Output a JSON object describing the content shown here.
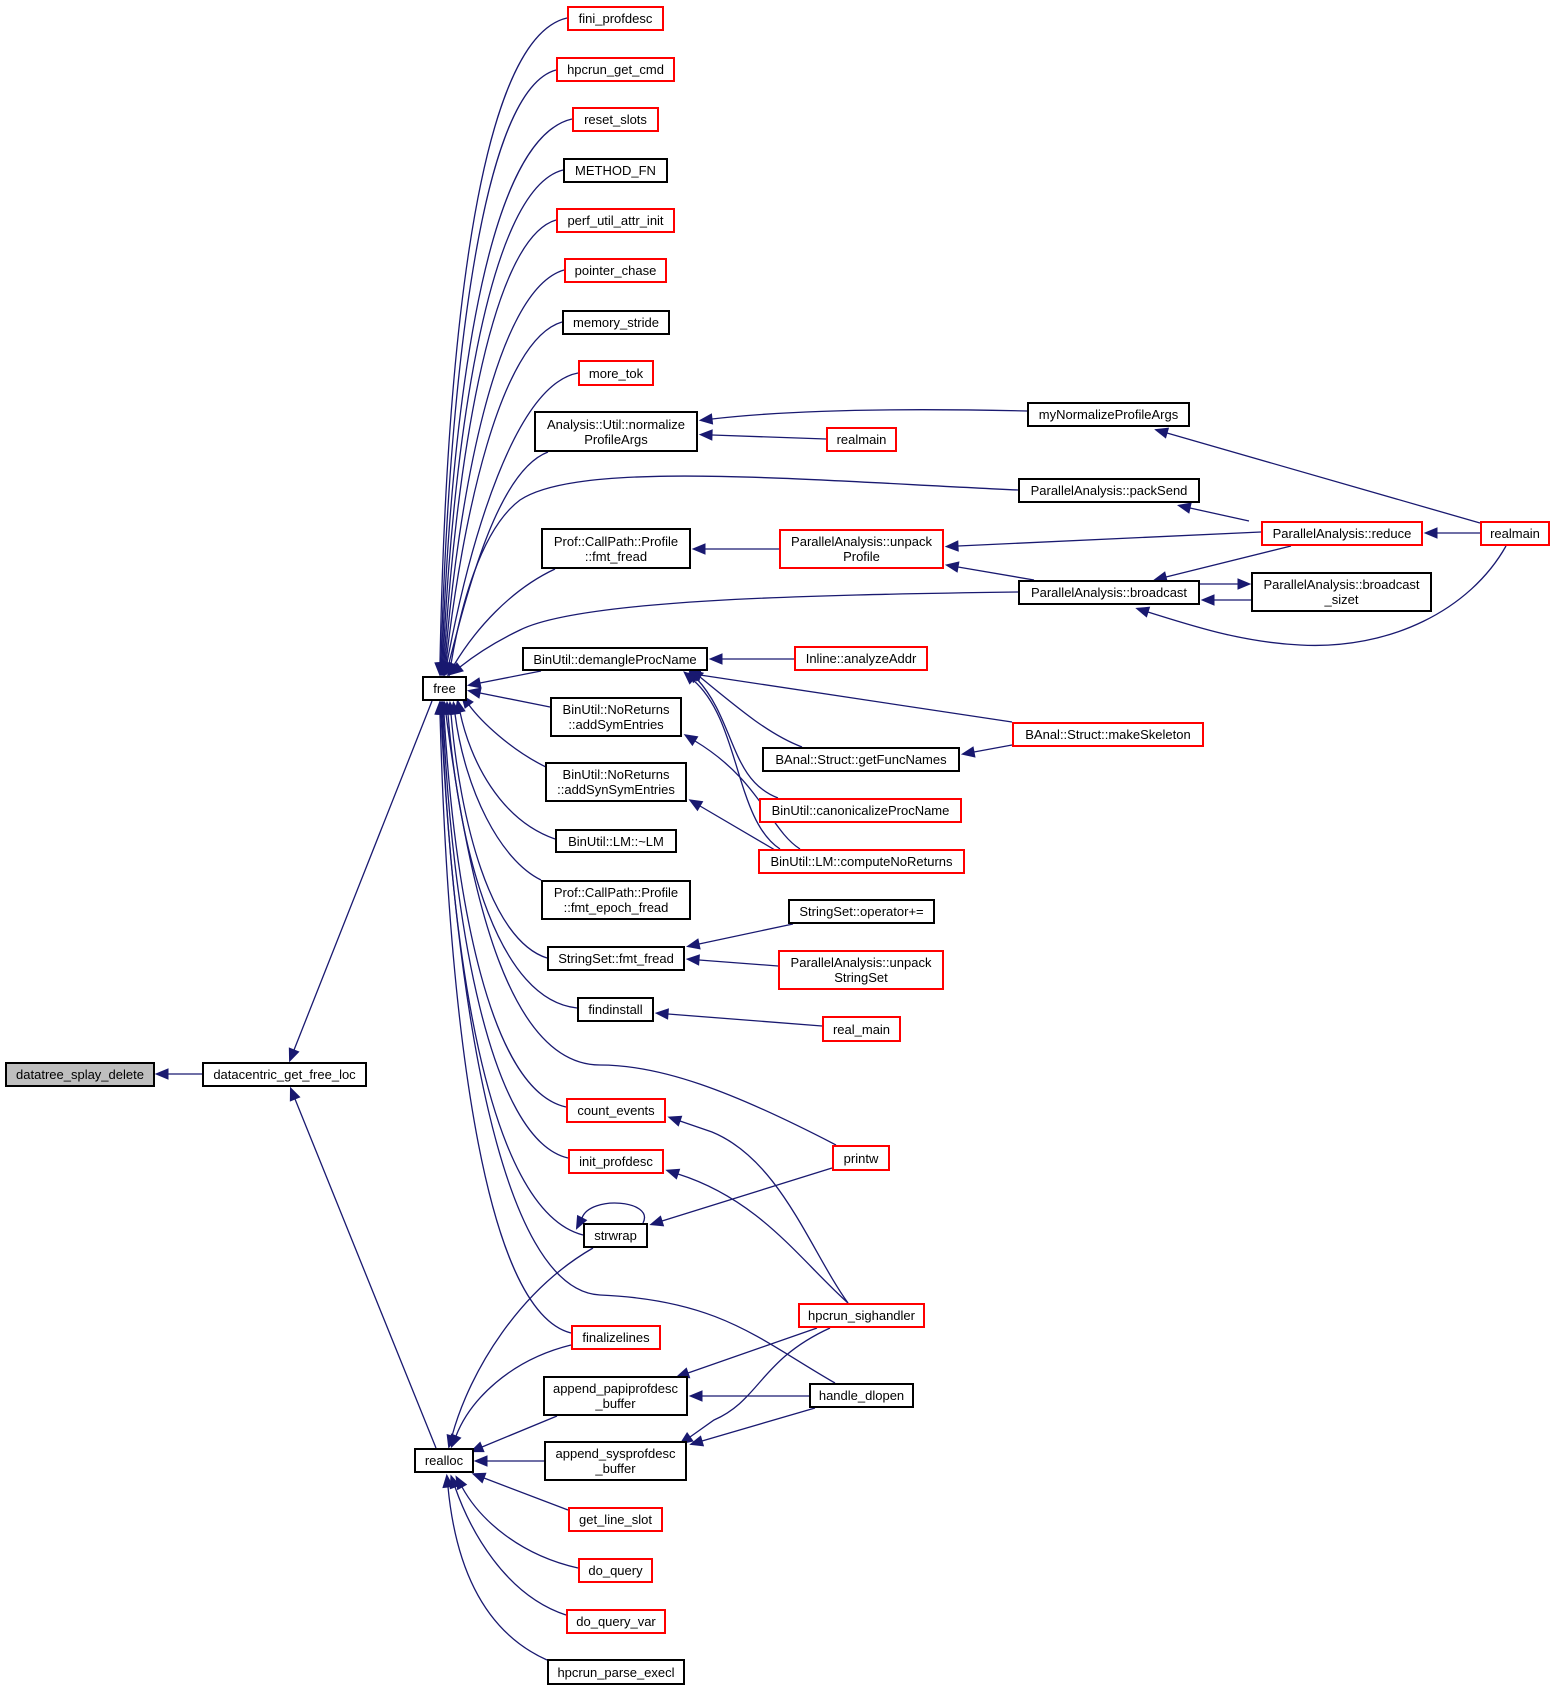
{
  "graph": {
    "kind": "caller-graph",
    "root": "datatree_splay_delete",
    "edge_color": "#191970",
    "legend_colors": {
      "current": {
        "fill": "#bfbfbf",
        "border": "#000000"
      },
      "documented": {
        "fill": "#ffffff",
        "border": "#000000"
      },
      "undocumented": {
        "fill": "#ffffff",
        "border": "#ff0000"
      }
    },
    "nodes": [
      {
        "id": "datatree_splay_delete",
        "label": "datatree_splay_delete",
        "style": "current"
      },
      {
        "id": "datacentric_get_free_loc",
        "label": "datacentric_get_free_loc",
        "style": "documented"
      },
      {
        "id": "free",
        "label": "free",
        "style": "documented"
      },
      {
        "id": "realloc",
        "label": "realloc",
        "style": "documented"
      },
      {
        "id": "fini_profdesc",
        "label": "fini_profdesc",
        "style": "undocumented"
      },
      {
        "id": "hpcrun_get_cmd",
        "label": "hpcrun_get_cmd",
        "style": "undocumented"
      },
      {
        "id": "reset_slots",
        "label": "reset_slots",
        "style": "undocumented"
      },
      {
        "id": "METHOD_FN",
        "label": "METHOD_FN",
        "style": "documented"
      },
      {
        "id": "perf_util_attr_init",
        "label": "perf_util_attr_init",
        "style": "undocumented"
      },
      {
        "id": "pointer_chase",
        "label": "pointer_chase",
        "style": "undocumented"
      },
      {
        "id": "memory_stride",
        "label": "memory_stride",
        "style": "documented"
      },
      {
        "id": "more_tok",
        "label": "more_tok",
        "style": "undocumented"
      },
      {
        "id": "normalizeProfileArgs",
        "label": "Analysis::Util::normalize\nProfileArgs",
        "style": "documented"
      },
      {
        "id": "profile_fmt_fread",
        "label": "Prof::CallPath::Profile\n::fmt_fread",
        "style": "documented"
      },
      {
        "id": "demangleProcName",
        "label": "BinUtil::demangleProcName",
        "style": "documented"
      },
      {
        "id": "addSymEntries",
        "label": "BinUtil::NoReturns\n::addSymEntries",
        "style": "documented"
      },
      {
        "id": "addSynSymEntries",
        "label": "BinUtil::NoReturns\n::addSynSymEntries",
        "style": "documented"
      },
      {
        "id": "LM_dtor",
        "label": "BinUtil::LM::~LM",
        "style": "documented"
      },
      {
        "id": "fmt_epoch_fread",
        "label": "Prof::CallPath::Profile\n::fmt_epoch_fread",
        "style": "documented"
      },
      {
        "id": "stringset_fmt_fread",
        "label": "StringSet::fmt_fread",
        "style": "documented"
      },
      {
        "id": "findinstall",
        "label": "findinstall",
        "style": "documented"
      },
      {
        "id": "count_events",
        "label": "count_events",
        "style": "undocumented"
      },
      {
        "id": "init_profdesc",
        "label": "init_profdesc",
        "style": "undocumented"
      },
      {
        "id": "strwrap",
        "label": "strwrap",
        "style": "documented"
      },
      {
        "id": "finalizelines",
        "label": "finalizelines",
        "style": "undocumented"
      },
      {
        "id": "append_papiprofdesc_buffer",
        "label": "append_papiprofdesc\n_buffer",
        "style": "documented"
      },
      {
        "id": "append_sysprofdesc_buffer",
        "label": "append_sysprofdesc\n_buffer",
        "style": "documented"
      },
      {
        "id": "get_line_slot",
        "label": "get_line_slot",
        "style": "undocumented"
      },
      {
        "id": "do_query",
        "label": "do_query",
        "style": "undocumented"
      },
      {
        "id": "do_query_var",
        "label": "do_query_var",
        "style": "undocumented"
      },
      {
        "id": "hpcrun_parse_execl",
        "label": "hpcrun_parse_execl",
        "style": "documented"
      },
      {
        "id": "realmain_mid",
        "label": "realmain",
        "style": "undocumented"
      },
      {
        "id": "unpackProfile",
        "label": "ParallelAnalysis::unpack\nProfile",
        "style": "undocumented"
      },
      {
        "id": "analyzeAddr",
        "label": "Inline::analyzeAddr",
        "style": "undocumented"
      },
      {
        "id": "getFuncNames",
        "label": "BAnal::Struct::getFuncNames",
        "style": "documented"
      },
      {
        "id": "canonicalizeProcName",
        "label": "BinUtil::canonicalizeProcName",
        "style": "undocumented"
      },
      {
        "id": "computeNoReturns",
        "label": "BinUtil::LM::computeNoReturns",
        "style": "undocumented"
      },
      {
        "id": "stringset_op_pluseq",
        "label": "StringSet::operator+=",
        "style": "documented"
      },
      {
        "id": "unpackStringSet",
        "label": "ParallelAnalysis::unpack\nStringSet",
        "style": "undocumented"
      },
      {
        "id": "real_main",
        "label": "real_main",
        "style": "undocumented"
      },
      {
        "id": "printw",
        "label": "printw",
        "style": "undocumented"
      },
      {
        "id": "hpcrun_sighandler",
        "label": "hpcrun_sighandler",
        "style": "undocumented"
      },
      {
        "id": "handle_dlopen",
        "label": "handle_dlopen",
        "style": "documented"
      },
      {
        "id": "myNormalizeProfileArgs",
        "label": "myNormalizeProfileArgs",
        "style": "documented"
      },
      {
        "id": "packSend",
        "label": "ParallelAnalysis::packSend",
        "style": "documented"
      },
      {
        "id": "broadcast",
        "label": "ParallelAnalysis::broadcast",
        "style": "documented"
      },
      {
        "id": "makeSkeleton",
        "label": "BAnal::Struct::makeSkeleton",
        "style": "undocumented"
      },
      {
        "id": "reduce",
        "label": "ParallelAnalysis::reduce",
        "style": "undocumented"
      },
      {
        "id": "broadcast_sizet",
        "label": "ParallelAnalysis::broadcast\n_sizet",
        "style": "documented"
      },
      {
        "id": "realmain_right",
        "label": "realmain",
        "style": "undocumented"
      }
    ],
    "edges": [
      {
        "caller": "datacentric_get_free_loc",
        "callee": "datatree_splay_delete"
      },
      {
        "caller": "free",
        "callee": "datacentric_get_free_loc"
      },
      {
        "caller": "realloc",
        "callee": "datacentric_get_free_loc"
      },
      {
        "caller": "fini_profdesc",
        "callee": "free"
      },
      {
        "caller": "hpcrun_get_cmd",
        "callee": "free"
      },
      {
        "caller": "reset_slots",
        "callee": "free"
      },
      {
        "caller": "METHOD_FN",
        "callee": "free"
      },
      {
        "caller": "perf_util_attr_init",
        "callee": "free"
      },
      {
        "caller": "pointer_chase",
        "callee": "free"
      },
      {
        "caller": "memory_stride",
        "callee": "free"
      },
      {
        "caller": "more_tok",
        "callee": "free"
      },
      {
        "caller": "normalizeProfileArgs",
        "callee": "free"
      },
      {
        "caller": "packSend",
        "callee": "free"
      },
      {
        "caller": "profile_fmt_fread",
        "callee": "free"
      },
      {
        "caller": "broadcast",
        "callee": "free"
      },
      {
        "caller": "demangleProcName",
        "callee": "free"
      },
      {
        "caller": "addSymEntries",
        "callee": "free"
      },
      {
        "caller": "addSynSymEntries",
        "callee": "free"
      },
      {
        "caller": "LM_dtor",
        "callee": "free"
      },
      {
        "caller": "fmt_epoch_fread",
        "callee": "free"
      },
      {
        "caller": "stringset_fmt_fread",
        "callee": "free"
      },
      {
        "caller": "findinstall",
        "callee": "free"
      },
      {
        "caller": "printw",
        "callee": "free"
      },
      {
        "caller": "count_events",
        "callee": "free"
      },
      {
        "caller": "init_profdesc",
        "callee": "free"
      },
      {
        "caller": "strwrap",
        "callee": "free"
      },
      {
        "caller": "handle_dlopen",
        "callee": "free"
      },
      {
        "caller": "finalizelines",
        "callee": "free"
      },
      {
        "caller": "strwrap",
        "callee": "realloc"
      },
      {
        "caller": "finalizelines",
        "callee": "realloc"
      },
      {
        "caller": "append_papiprofdesc_buffer",
        "callee": "realloc"
      },
      {
        "caller": "append_sysprofdesc_buffer",
        "callee": "realloc"
      },
      {
        "caller": "get_line_slot",
        "callee": "realloc"
      },
      {
        "caller": "do_query",
        "callee": "realloc"
      },
      {
        "caller": "do_query_var",
        "callee": "realloc"
      },
      {
        "caller": "hpcrun_parse_execl",
        "callee": "realloc"
      },
      {
        "caller": "myNormalizeProfileArgs",
        "callee": "normalizeProfileArgs"
      },
      {
        "caller": "realmain_mid",
        "callee": "normalizeProfileArgs"
      },
      {
        "caller": "realmain_right",
        "callee": "myNormalizeProfileArgs"
      },
      {
        "caller": "reduce",
        "callee": "packSend"
      },
      {
        "caller": "unpackProfile",
        "callee": "profile_fmt_fread"
      },
      {
        "caller": "reduce",
        "callee": "unpackProfile"
      },
      {
        "caller": "broadcast",
        "callee": "unpackProfile"
      },
      {
        "caller": "realmain_right",
        "callee": "reduce"
      },
      {
        "caller": "reduce",
        "callee": "broadcast"
      },
      {
        "caller": "broadcast",
        "callee": "broadcast_sizet"
      },
      {
        "caller": "broadcast_sizet",
        "callee": "broadcast"
      },
      {
        "caller": "realmain_right",
        "callee": "broadcast"
      },
      {
        "caller": "analyzeAddr",
        "callee": "demangleProcName"
      },
      {
        "caller": "makeSkeleton",
        "callee": "demangleProcName"
      },
      {
        "caller": "getFuncNames",
        "callee": "demangleProcName"
      },
      {
        "caller": "canonicalizeProcName",
        "callee": "demangleProcName"
      },
      {
        "caller": "computeNoReturns",
        "callee": "demangleProcName"
      },
      {
        "caller": "makeSkeleton",
        "callee": "getFuncNames"
      },
      {
        "caller": "computeNoReturns",
        "callee": "addSymEntries"
      },
      {
        "caller": "computeNoReturns",
        "callee": "addSynSymEntries"
      },
      {
        "caller": "stringset_op_pluseq",
        "callee": "stringset_fmt_fread"
      },
      {
        "caller": "unpackStringSet",
        "callee": "stringset_fmt_fread"
      },
      {
        "caller": "real_main",
        "callee": "findinstall"
      },
      {
        "caller": "hpcrun_sighandler",
        "callee": "count_events"
      },
      {
        "caller": "hpcrun_sighandler",
        "callee": "init_profdesc"
      },
      {
        "caller": "strwrap",
        "callee": "strwrap"
      },
      {
        "caller": "printw",
        "callee": "strwrap"
      },
      {
        "caller": "hpcrun_sighandler",
        "callee": "append_papiprofdesc_buffer"
      },
      {
        "caller": "handle_dlopen",
        "callee": "append_papiprofdesc_buffer"
      },
      {
        "caller": "hpcrun_sighandler",
        "callee": "append_sysprofdesc_buffer"
      },
      {
        "caller": "handle_dlopen",
        "callee": "append_sysprofdesc_buffer"
      }
    ]
  }
}
